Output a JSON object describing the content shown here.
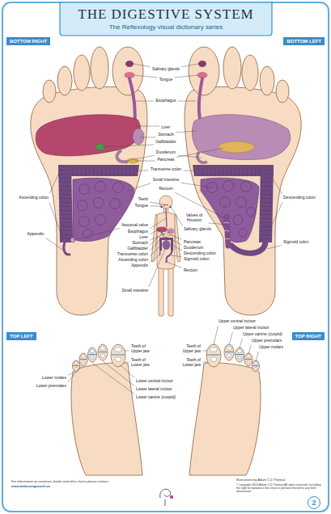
{
  "diagram": {
    "title": "THE DIGESTIVE SYSTEM",
    "nodes": [
      {
        "text": [
          "BOTTOM RIGHT"
        ]
      },
      {
        "text": [
          "BOTTOM LEFT"
        ]
      },
      {
        "text": [
          "TOP LEFT"
        ]
      },
      {
        "text": [
          "TOP RIGHT"
        ]
      },
      {
        "text": [
          "2"
        ]
      }
    ],
    "labels": [
      "The Reflexology visual dictionary series",
      "Salivary glands",
      "Tongue",
      "Esophagus",
      "Liver",
      "Stomach",
      "Gallbladder",
      "Duodenum",
      "Pancreas",
      "Transverse colon",
      "Small intestine",
      "Rectum",
      "Ascending colon",
      "Descending colon",
      "Teeth",
      "Tongue",
      "Valves of Houston",
      "Ileocecal valve",
      "Appendix",
      "Esophagus",
      "Salivary glands",
      "Sigmoid colon",
      "Liver",
      "Stomach",
      "Pancreas",
      "Gallbladder",
      "Duodenum",
      "Transverse colon",
      "Descending colon",
      "Ascending colon",
      "Sigmoid colon",
      "Appendix",
      "Rectum",
      "Small intestine",
      "Upper central incisor",
      "Upper lateral incisor",
      "Upper canine (cuspid)",
      "Upper premolars",
      "Upper molars",
      "Teeth of Upper jaw",
      "Teeth of Lower jaw",
      "Teeth of Upper jaw",
      "Teeth of Lower jaw",
      "Lower molars",
      "Lower premolars",
      "Lower central incisor",
      "Lower lateral incisor",
      "Lower canine (cuspid)",
      "For information on seminars, books and other charts please contact:",
      "www.balancingtouch.ca",
      "Illustrations by Adam C.D Thomas",
      "© copyright 2013 Adam C.D Thomas All rights reserved. Including the right to reproduce this chart or portions thereof in any form whatsoever"
    ]
  }
}
